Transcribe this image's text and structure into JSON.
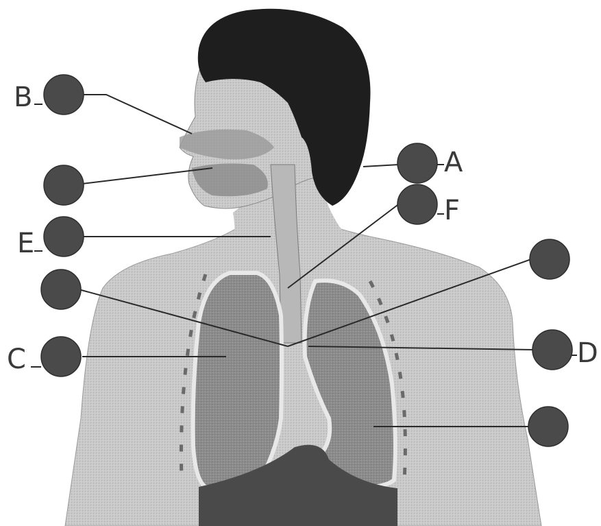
{
  "markers": [
    {
      "id": "B",
      "letter": "B"
    },
    {
      "id": "mouth",
      "letter": ""
    },
    {
      "id": "E",
      "letter": "E"
    },
    {
      "id": "carina",
      "letter": ""
    },
    {
      "id": "C",
      "letter": "C"
    },
    {
      "id": "A",
      "letter": "A"
    },
    {
      "id": "F",
      "letter": "F"
    },
    {
      "id": "bronchus",
      "letter": ""
    },
    {
      "id": "D",
      "letter": "D"
    },
    {
      "id": "diaphragm",
      "letter": ""
    }
  ],
  "colors": {
    "hair": "#1e1e1e",
    "skin": "#cfcfcf",
    "lung": "#8f8f8f",
    "marker": "#4a4a4a"
  }
}
